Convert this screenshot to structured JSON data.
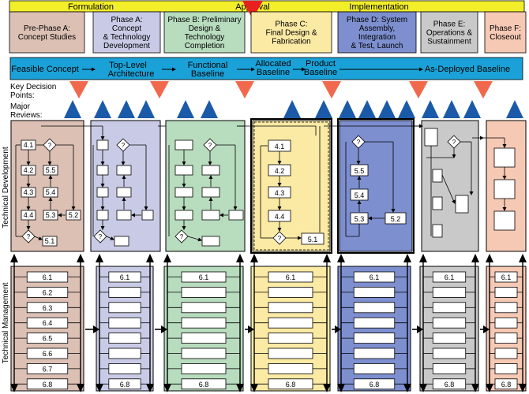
{
  "top_bar": {
    "formulation": "Formulation",
    "approval": "Approval",
    "implementation": "Implementation"
  },
  "phases": [
    {
      "lines": [
        "Pre-Phase A:",
        "Concept Studies"
      ],
      "color": "#dcc0b4"
    },
    {
      "lines": [
        "Phase A:",
        "Concept",
        "& Technology",
        "Development"
      ],
      "color": "#c9cbe6"
    },
    {
      "lines": [
        "Phase B: Preliminary",
        "Design &",
        "Technology",
        "Completion"
      ],
      "color": "#b8dcbe"
    },
    {
      "lines": [
        "Phase C:",
        "Final Design &",
        "Fabrication"
      ],
      "color": "#fbeaa4"
    },
    {
      "lines": [
        "Phase D: System",
        "Assembly,",
        "Integration",
        "& Test, Launch"
      ],
      "color": "#7d8fcf"
    },
    {
      "lines": [
        "Phase E:",
        "Operations &",
        "Sustainment"
      ],
      "color": "#c9c9c9"
    },
    {
      "lines": [
        "Phase F:",
        "Closeout"
      ],
      "color": "#f6c9b4"
    }
  ],
  "baselines": [
    {
      "lines": [
        "Feasible Concept"
      ]
    },
    {
      "lines": [
        "Top-Level",
        "Architecture"
      ]
    },
    {
      "lines": [
        "Functional",
        "Baseline"
      ]
    },
    {
      "lines": [
        "Allocated",
        "Baseline"
      ]
    },
    {
      "lines": [
        "Product",
        "Baseline"
      ]
    },
    {
      "lines": [
        "As-Deployed Baseline"
      ]
    }
  ],
  "left_labels": {
    "key_decision_points": [
      "Key Decision",
      "Points:"
    ],
    "major_reviews": [
      "Major",
      "Reviews:"
    ],
    "technical_development": "Technical Development",
    "technical_management": "Technical Management"
  },
  "process_labels": {
    "tech_dev": [
      "4.1",
      "4.2",
      "4.3",
      "4.4",
      "5.5",
      "5.4",
      "5.3",
      "5.2",
      "5.1"
    ],
    "tech_mgmt": [
      "6.1",
      "6.2",
      "6.3",
      "6.4",
      "6.5",
      "6.6",
      "6.7",
      "6.8"
    ]
  },
  "colors": {
    "top_bar": "#f2ee2a",
    "approval_marker": "#e8211f",
    "baseline_bar": "#1aa2d8",
    "key_decision_marker": "#f1694d",
    "major_review_marker": "#1b5aa8"
  }
}
